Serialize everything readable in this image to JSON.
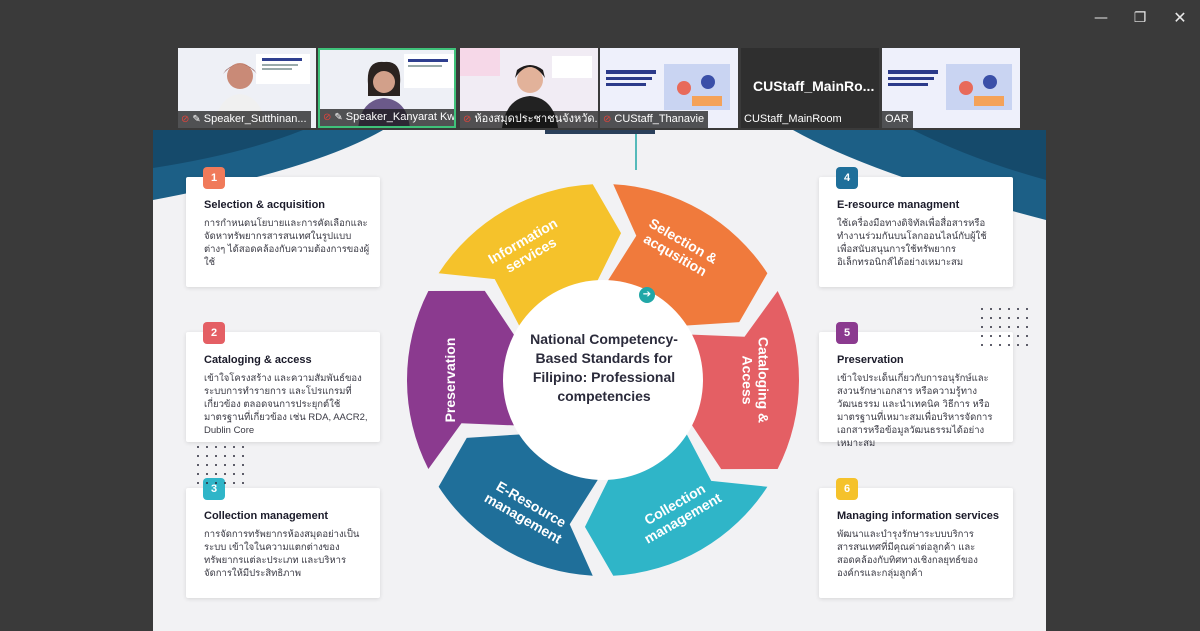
{
  "window": {
    "minimize": "—",
    "restore": "❐",
    "close": "✕"
  },
  "participants": [
    {
      "name": "Speaker_Sutthinan..."
    },
    {
      "name": "Speaker_Kanyarat Kw..."
    },
    {
      "name": "ห้องสมุดประชาชนจังหวัด..."
    },
    {
      "name": "CUStaff_Thanavie"
    },
    {
      "name": "CUStaff_MainRoom",
      "big_label": "CUStaff_MainRo..."
    },
    {
      "name": "OAR"
    }
  ],
  "slide": {
    "center_title": "National Competency-Based Standards for Filipino: Professional competencies",
    "segments": [
      "Information services",
      "Selection & acqusition",
      "Cataloging & Access",
      "Collection management",
      "E-Resource management",
      "Preservation"
    ],
    "segment_colors": [
      "#f5c22b",
      "#f07a3c",
      "#e45f64",
      "#2fb5c8",
      "#1f6f9a",
      "#8b3a8f"
    ],
    "cards": [
      {
        "num": "1",
        "title": "Selection & acquisition",
        "text": "การกำหนดนโยบายและการคัดเลือกและจัดหาทรัพยากรสารสนเทศในรูปแบบต่างๆ ได้สอดคล้องกับความต้องการของผู้ใช้",
        "color": "#f07a5a"
      },
      {
        "num": "2",
        "title": "Cataloging & access",
        "text": "เข้าใจโครงสร้าง และความสัมพันธ์ของระบบการทำรายการ และโปรแกรมที่เกี่ยวข้อง ตลอดจนการประยุกต์ใช้มาตรฐานที่เกี่ยวข้อง เช่น RDA, AACR2, Dublin Core",
        "color": "#e45f64"
      },
      {
        "num": "3",
        "title": "Collection management",
        "text": "การจัดการทรัพยากรห้องสมุดอย่างเป็นระบบ เข้าใจในความแตกต่างของทรัพยากรแต่ละประเภท และบริหารจัดการให้มีประสิทธิภาพ",
        "color": "#2fb5c8"
      },
      {
        "num": "4",
        "title": "E-resource managment",
        "text": "ใช้เครื่องมือทางดิจิทัลเพื่อสื่อสารหรือทำงานร่วมกันบนโลกออนไลน์กับผู้ใช้ เพื่อสนับสนุนการใช้ทรัพยากรอิเล็กทรอนิกส์ได้อย่างเหมาะสม",
        "color": "#1f6f9a"
      },
      {
        "num": "5",
        "title": "Preservation",
        "text": "เข้าใจประเด็นเกี่ยวกับการอนุรักษ์และสงวนรักษาเอกสาร หรือความรู้ทางวัฒนธรรม และนำเทคนิค วิธีการ หรือมาตรฐานที่เหมาะสมเพื่อบริหารจัดการเอกสารหรือข้อมูลวัฒนธรรมได้อย่างเหมาะสม",
        "color": "#8b3a8f"
      },
      {
        "num": "6",
        "title": "Managing information services",
        "text": "พัฒนาและบำรุงรักษาระบบบริการสารสนเทศที่มีคุณค่าต่อลูกค้า และสอดคล้องกับทิศทางเชิงกลยุทธ์ขององค์กรและกลุ่มลูกค้า",
        "color": "#f5c22b"
      }
    ]
  }
}
